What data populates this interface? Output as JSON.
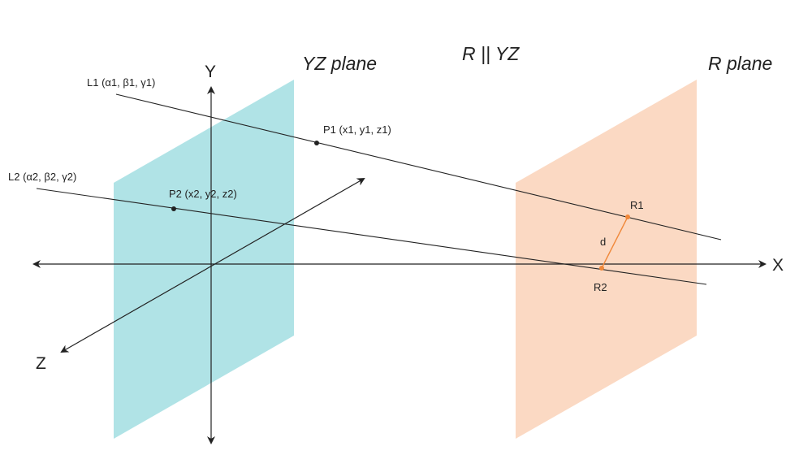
{
  "colors": {
    "yz_plane_fill": "#b0e3e6",
    "yz_plane_label": "#4fc1c6",
    "r_plane_fill": "#fbd9c3",
    "r_plane_label": "#f08c3c",
    "condition_label": "#3c3c8c",
    "segment": "#f0883a",
    "lines": "#222222"
  },
  "titles": {
    "yz_plane": "YZ plane",
    "condition": "R || YZ",
    "r_plane": "R plane"
  },
  "axes": {
    "x": "X",
    "y": "Y",
    "z": "Z"
  },
  "lines": {
    "l1": "L1 (α1, β1, γ1)",
    "l2": "L2 (α2, β2, γ2)"
  },
  "points": {
    "p1": "P1 (x1, y1, z1)",
    "p2": "P2 (x2, y2, z2)",
    "r1": "R1",
    "r2": "R2"
  },
  "segment_label": "d"
}
